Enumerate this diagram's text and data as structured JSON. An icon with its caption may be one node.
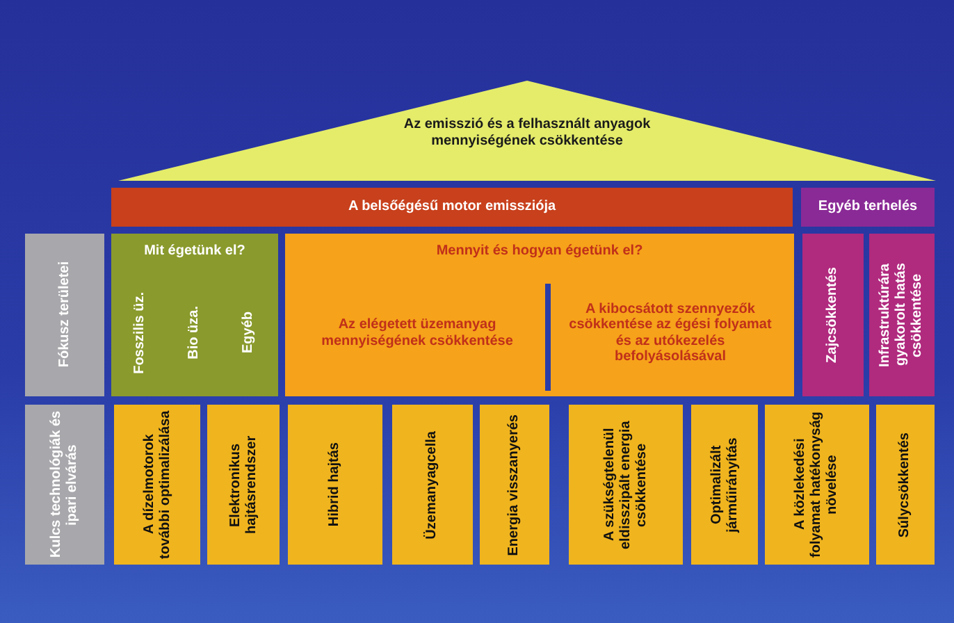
{
  "diagram": {
    "nodes": [
      {
        "text": [
          "Az emisszió és a felhasznált anyagok mennyiségének csökkentése"
        ]
      },
      {
        "text": [
          "A belsőégésű motor emissziója"
        ]
      },
      {
        "text": [
          "Egyéb terhelés"
        ]
      },
      {
        "text": [
          "Fókusz területei"
        ]
      },
      {
        "text": [
          "Mit égetünk el?"
        ]
      },
      {
        "text": [
          "Fosszilis üz."
        ],
        "in": 4
      },
      {
        "text": [
          "Bio üza."
        ],
        "in": 4
      },
      {
        "text": [
          "Egyéb"
        ],
        "in": 4
      },
      {
        "text": [
          "Mennyit és hogyan égetünk el?"
        ]
      },
      {
        "text": [
          "Az elégetett üzemanyag mennyiségének csökkentése"
        ],
        "in": 8
      },
      {
        "text": [
          "A kibocsátott szennyezők csökkentése az égési folyamat és az utókezelés befolyásolásával"
        ],
        "in": 8
      },
      {
        "text": [
          "Zajcsökkentés"
        ]
      },
      {
        "text": [
          "Infrastruktúrára gyakorolt hatás csökkentése"
        ]
      },
      {
        "text": [
          "Kulcs technológiák és ipari elvárás"
        ]
      },
      {
        "text": [
          "A dízelmotorok további optimalizálása"
        ]
      },
      {
        "text": [
          "Elektronikus hajtásrendszer"
        ]
      },
      {
        "text": [
          "Hibrid hajtás"
        ]
      },
      {
        "text": [
          "Üzemanyagcella"
        ]
      },
      {
        "text": [
          "Energia visszanyerés"
        ]
      },
      {
        "text": [
          "A szükségtelenül eldisszipált energia csökkentése"
        ]
      },
      {
        "text": [
          "Optimalizált járműirányítás"
        ]
      },
      {
        "text": [
          "A közlekedési folyamat hatékonyság növelése"
        ]
      },
      {
        "text": [
          "Súlycsökkentés"
        ]
      }
    ]
  }
}
